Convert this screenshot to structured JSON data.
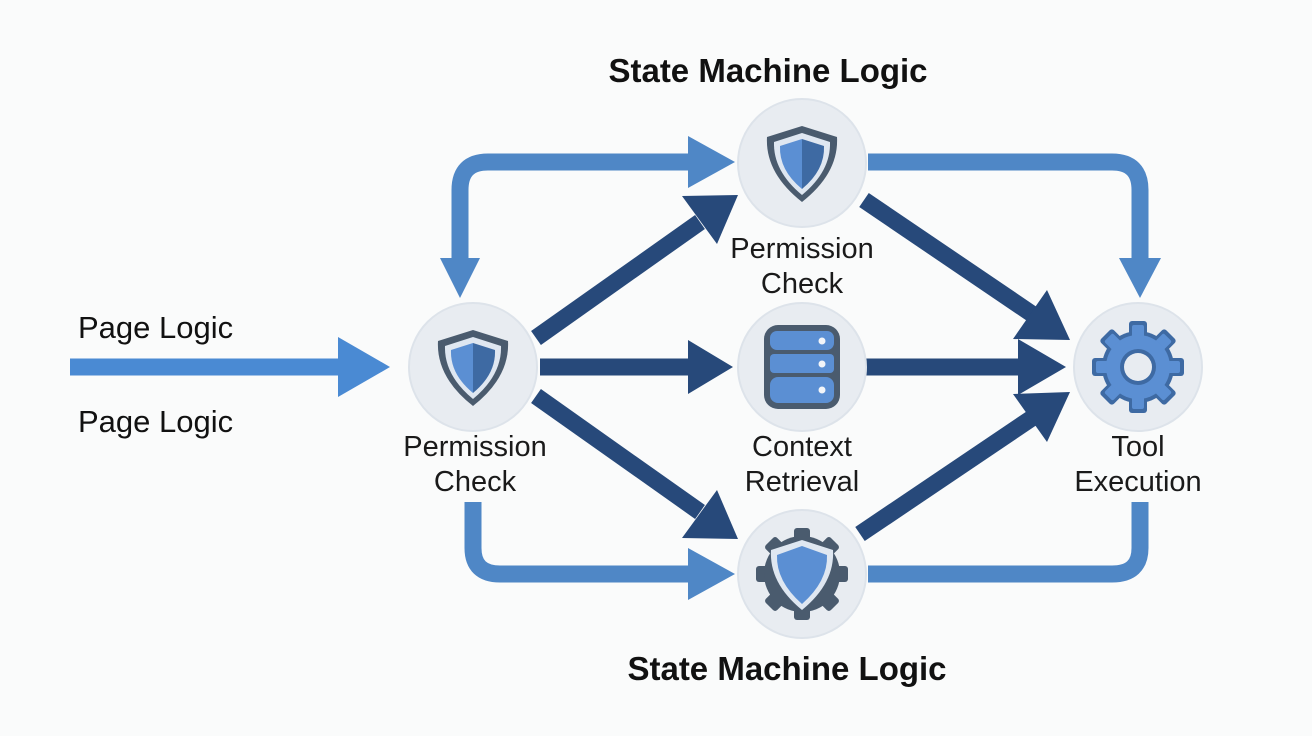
{
  "titles": {
    "top": "State Machine Logic",
    "bottom": "State Machine Logic"
  },
  "inputs": {
    "label_top": "Page Logic",
    "label_bottom": "Page Logic"
  },
  "nodes": {
    "left": {
      "icon": "shield-icon",
      "line1": "Permission",
      "line2": "Check"
    },
    "top": {
      "icon": "shield-icon",
      "line1": "Permission",
      "line2": "Check"
    },
    "middle": {
      "icon": "database-icon",
      "line1": "Context",
      "line2": "Retrieval"
    },
    "bottom": {
      "icon": "gear-shield-icon",
      "line1": "",
      "line2": ""
    },
    "right": {
      "icon": "gear-icon",
      "line1": "Tool",
      "line2": "Execution"
    }
  },
  "colors": {
    "light_connector": "#4f87c6",
    "dark_connector": "#27497a",
    "icon_fill": "#5b8fd3",
    "icon_outline": "#4a5b6e"
  }
}
